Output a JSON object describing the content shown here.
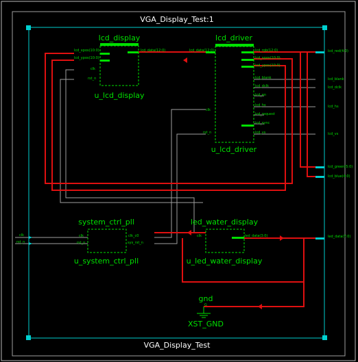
{
  "title_top": "VGA_Display_Test:1",
  "title_bottom": "VGA_Display_Test",
  "blocks": {
    "lcd_display": {
      "label": "lcd_display",
      "instance": "u_lcd_display",
      "ports_in": [
        "lcd_xpos(10:0)",
        "lcd_ypos(10:0)",
        "clk",
        "rst_n"
      ],
      "ports_out": [
        "lcd_data(12:0)"
      ]
    },
    "lcd_driver": {
      "label": "lcd_driver",
      "instance": "u_lcd_driver",
      "ports_in": [
        "lcd_data(12:0)",
        "clk",
        "rst_n"
      ],
      "ports_out": [
        "lcd_rgb(12:0)",
        "lcd_xpos(10:0)",
        "lcd_ypos(10:0)",
        "lcd_blank",
        "lcd_dclk",
        "lcd_en",
        "lcd_hs",
        "lcd_request",
        "lcd_sync",
        "lcd_vs"
      ]
    },
    "pll": {
      "label": "system_ctrl_pll",
      "instance": "u_system_ctrl_pll",
      "ports_in": [
        "clk",
        "rst_n"
      ],
      "ports_out": [
        "clk_c0",
        "sys_rst_n"
      ]
    },
    "led": {
      "label": "led_water_display",
      "instance": "u_led_water_display",
      "ports_in": [
        "clk"
      ],
      "ports_out": [
        "led_data(3:0)"
      ]
    },
    "gnd": {
      "label": "gnd",
      "pin": "G",
      "instance": "XST_GND"
    }
  },
  "top_inputs": [
    "clk",
    "rst_n"
  ],
  "top_outputs": [
    "lcd_red(4:0)",
    "lcd_blank",
    "lcd_dclk",
    "lcd_hs",
    "lcd_vs",
    "lcd_green(5:0)",
    "lcd_blue(4:0)",
    "led_data(7:0)"
  ],
  "colors": {
    "frame": "#00d0d0",
    "block": "#00e000",
    "wire_red": "#e01010",
    "wire_gray": "#a0a0a0",
    "port_cyan": "#00d0d0"
  }
}
